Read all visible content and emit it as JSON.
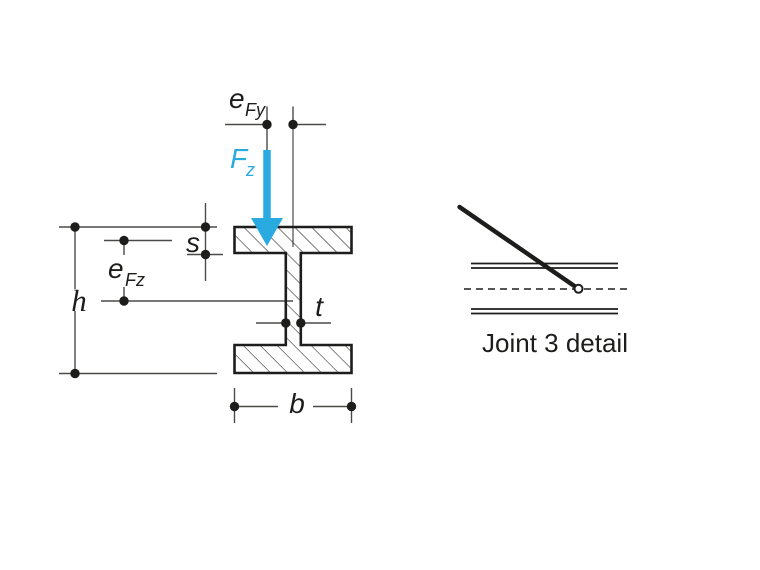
{
  "figure": {
    "colors": {
      "background": "#ffffff",
      "line": "#1d1d1b",
      "dimension_line": "#4a4a49",
      "accent": "#29abe2"
    },
    "cross_section": {
      "labels": {
        "e_fy": {
          "base": "e",
          "sub": "Fy"
        },
        "f_z": {
          "base": "F",
          "sub": "z"
        },
        "e_fz": {
          "base": "e",
          "sub": "Fz"
        },
        "s": "s",
        "h": "h",
        "t": "t",
        "b": "b"
      }
    },
    "joint_detail": {
      "caption": "Joint 3 detail"
    }
  }
}
